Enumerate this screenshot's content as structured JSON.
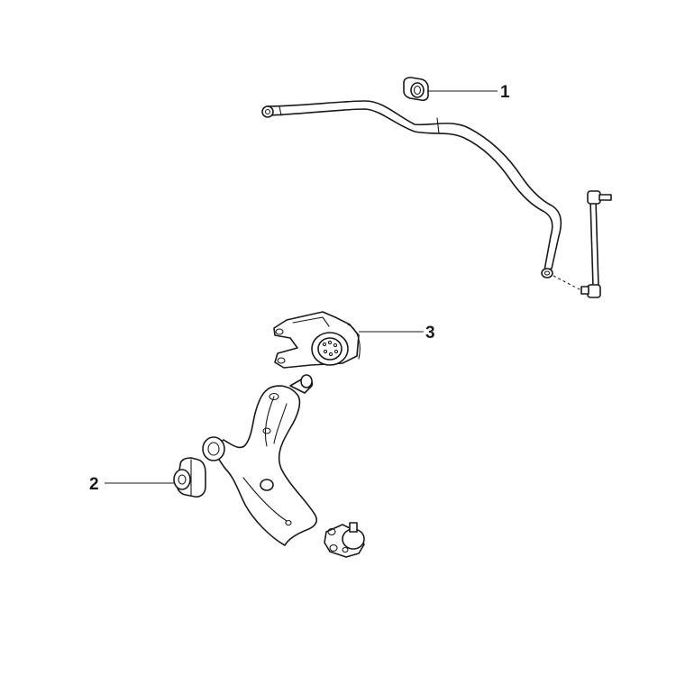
{
  "diagram": {
    "colors": {
      "line": "#1a1a1a",
      "background": "#ffffff"
    },
    "callouts": [
      {
        "id": "1",
        "label": "1",
        "part": "stabilizer-bar-bushing"
      },
      {
        "id": "2",
        "label": "2",
        "part": "control-arm-front-bushing"
      },
      {
        "id": "3",
        "label": "3",
        "part": "control-arm-rear-bushing-bracket"
      }
    ]
  }
}
